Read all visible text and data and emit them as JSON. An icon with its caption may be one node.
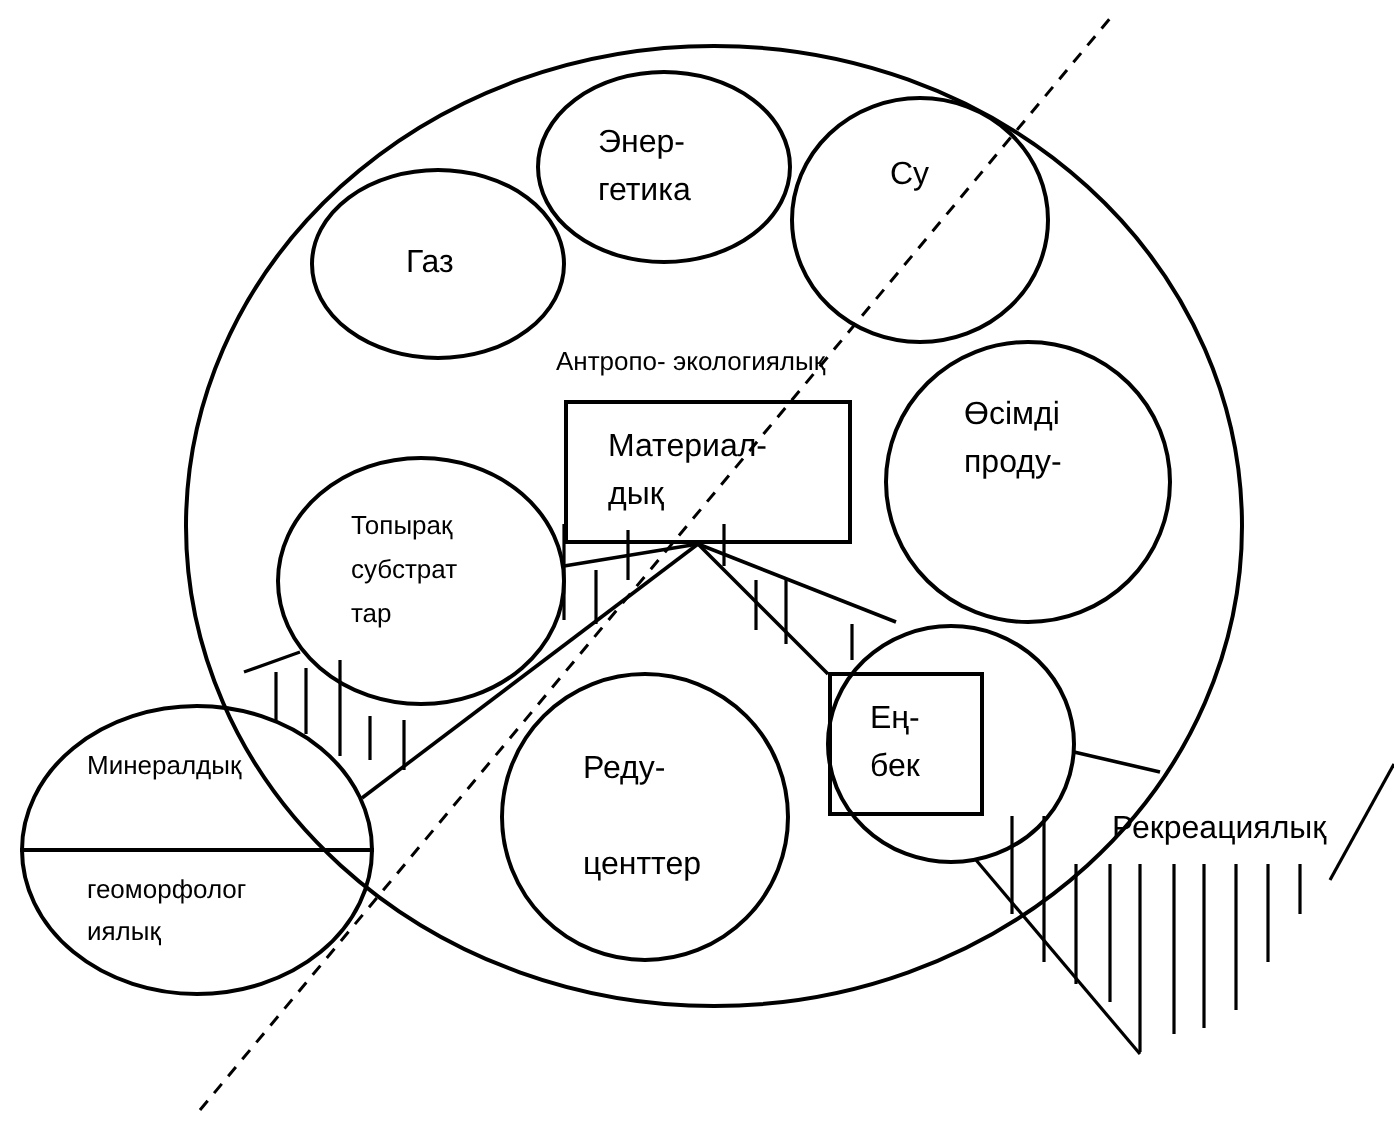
{
  "diagram": {
    "nodes": [
      {
        "text": [],
        "shape": "circle"
      },
      {
        "text": [
          "Энер- гетика"
        ],
        "in": 0
      },
      {
        "text": [
          "Су"
        ],
        "in": 0
      },
      {
        "text": [
          "Газ"
        ],
        "in": 0
      },
      {
        "text": [
          "Материал- дық"
        ],
        "in": 0
      },
      {
        "text": [
          "Өсімді проду-"
        ],
        "in": 0
      },
      {
        "text": [
          "Топырақ субстрат тар"
        ],
        "in": 0
      },
      {
        "text": [
          "Минералдық",
          "геоморфолог иялық"
        ]
      },
      {
        "text": [
          "Реду- центтер"
        ],
        "in": 0
      },
      {
        "text": [],
        "shape": "circle",
        "in": 0
      },
      {
        "text": [
          "Ең- бек"
        ],
        "in": 9
      },
      {
        "text": [
          "Рекреациялық"
        ]
      }
    ],
    "edges": [
      {
        "from": 4,
        "to": 6,
        "arrow": "none"
      },
      {
        "from": 4,
        "to": 7,
        "arrow": "none"
      },
      {
        "from": 4,
        "to": 10,
        "arrow": "none"
      },
      {
        "from": 4,
        "to": 9,
        "arrow": "none"
      },
      {
        "from": 9,
        "to": 11,
        "arrow": "none"
      }
    ],
    "labels": [
      "Антропо- экологиялық"
    ]
  }
}
